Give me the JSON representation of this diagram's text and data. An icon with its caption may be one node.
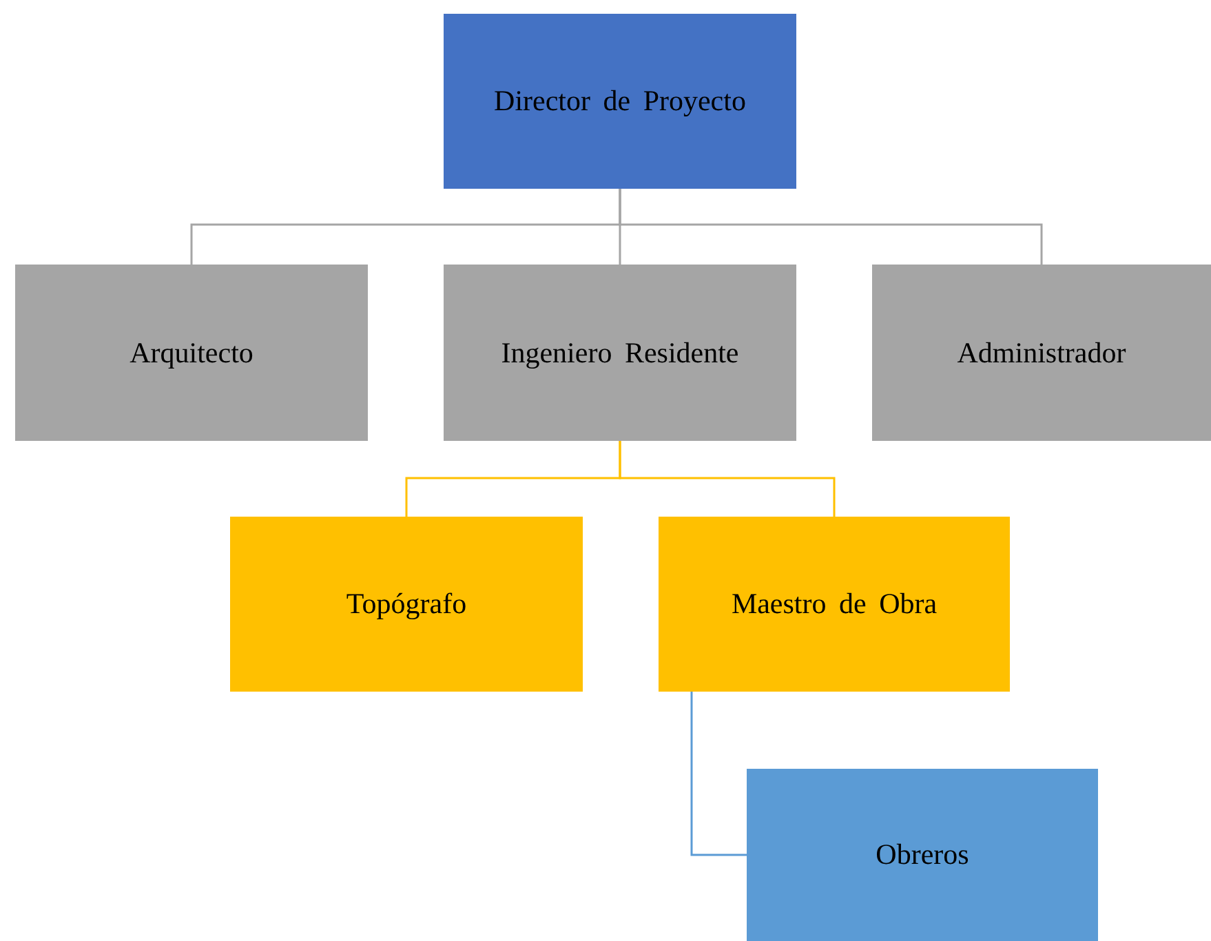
{
  "diagram": {
    "nodes": [
      {
        "text": [
          "Director de Proyecto"
        ]
      },
      {
        "text": [
          "Arquitecto"
        ]
      },
      {
        "text": [
          "Ingeniero Residente"
        ]
      },
      {
        "text": [
          "Administrador"
        ]
      },
      {
        "text": [
          "Topógrafo"
        ]
      },
      {
        "text": [
          "Maestro de Obra"
        ]
      },
      {
        "text": [
          "Obreros"
        ]
      }
    ],
    "edges": [
      {
        "from": 0,
        "to": 1,
        "arrow": "none"
      },
      {
        "from": 0,
        "to": 2,
        "arrow": "none"
      },
      {
        "from": 0,
        "to": 3,
        "arrow": "none"
      },
      {
        "from": 2,
        "to": 4,
        "arrow": "none",
        "color": "#ffc000"
      },
      {
        "from": 2,
        "to": 5,
        "arrow": "none",
        "color": "#ffc000"
      },
      {
        "from": 5,
        "to": 6,
        "arrow": "none",
        "color": "#5b9bd5"
      }
    ]
  }
}
